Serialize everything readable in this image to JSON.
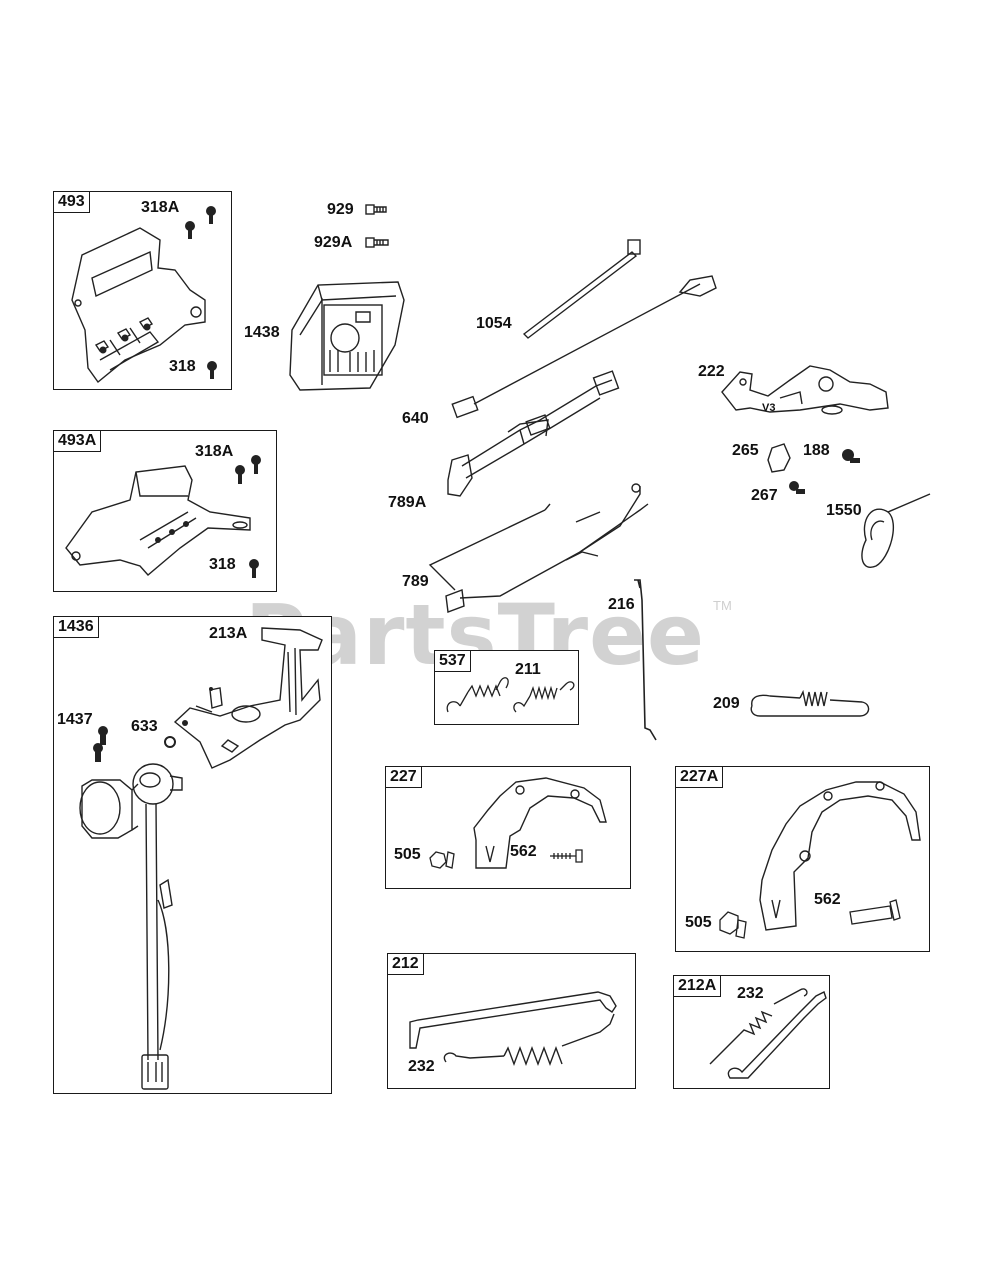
{
  "watermark": {
    "text": "PartsTree",
    "trademark": "TM"
  },
  "boxes": {
    "b493": "493",
    "b493a": "493A",
    "b1436": "1436",
    "b537": "537",
    "b227": "227",
    "b227a": "227A",
    "b212": "212",
    "b212a": "212A"
  },
  "labels": {
    "l318a_1": "318A",
    "l318_1": "318",
    "l318a_2": "318A",
    "l318_2": "318",
    "l929": "929",
    "l929a": "929A",
    "l1438": "1438",
    "l1054": "1054",
    "l640": "640",
    "l789a": "789A",
    "l789": "789",
    "l222": "222",
    "l265": "265",
    "l188": "188",
    "l267": "267",
    "l1550": "1550",
    "l216": "216",
    "l213a": "213A",
    "l1437": "1437",
    "l633": "633",
    "l211": "211",
    "l209": "209",
    "l505_1": "505",
    "l562_1": "562",
    "l505_2": "505",
    "l562_2": "562",
    "l232_1": "232",
    "l232_2": "232",
    "v3": "V3"
  }
}
